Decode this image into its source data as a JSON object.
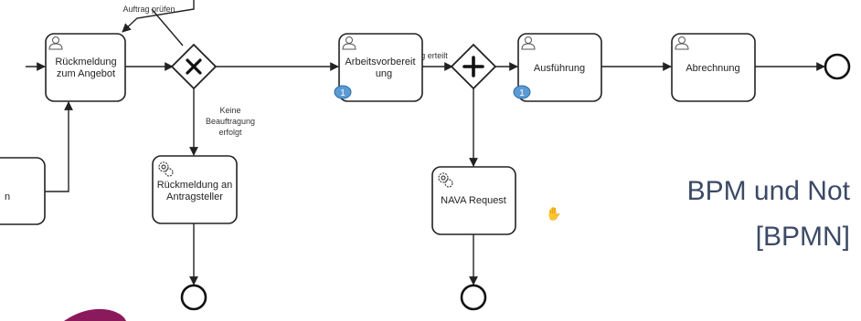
{
  "diagram": {
    "tasks": {
      "rueckmeldung_angebot": [
        "Rückmeldung",
        "zum Angebot"
      ],
      "arbeitsvorbereitung": [
        "Arbeitsvorbereit",
        "ung"
      ],
      "ausfuehrung": [
        "Ausführung"
      ],
      "abrechnung": [
        "Abrechnung"
      ],
      "rueckmeldung_antragsteller": [
        "Rückmeldung an",
        "Antragsteller"
      ],
      "nava_request": [
        "NAVA Request"
      ],
      "partial_left": [
        "n"
      ]
    },
    "flow_labels": {
      "auftrag_pruefen": "Auftrag prüfen",
      "auftrag_erteilt": "Auftrag erteilt",
      "keine_beauftragung": [
        "Keine",
        "Beauftragung",
        "erfolgt"
      ]
    },
    "markers": {
      "arbeitsvorbereitung_count": "1",
      "ausfuehrung_count": "1"
    },
    "colors": {
      "accent_purple": "#8b1a5c",
      "marker_blue": "#5b9bd5",
      "title_color": "#3b4a66"
    }
  },
  "overlay": {
    "title_line1": "BPM und Not",
    "title_line2": "[BPMN]"
  }
}
